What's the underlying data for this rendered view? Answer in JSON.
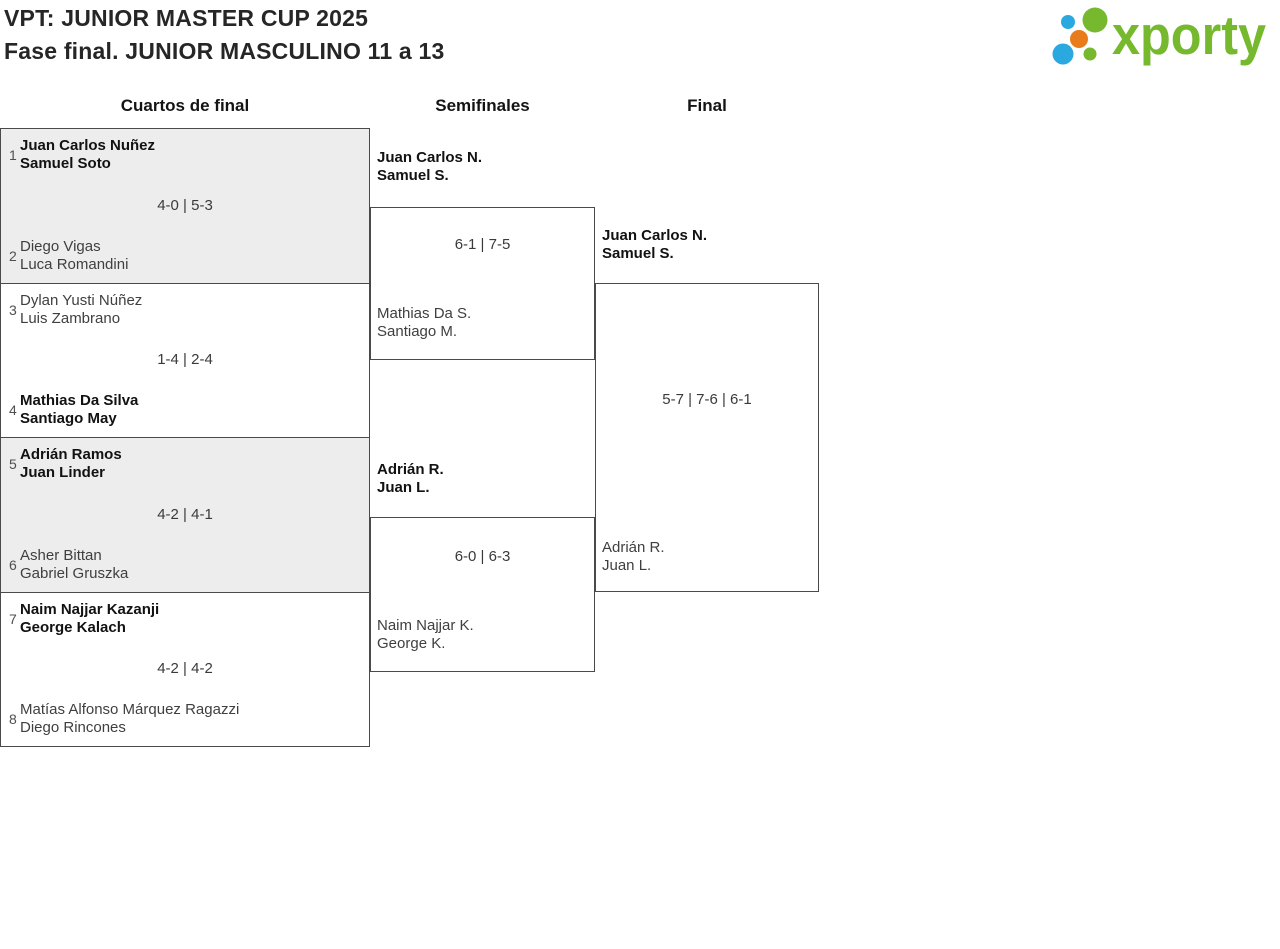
{
  "header": {
    "title_line1": "VPT: JUNIOR MASTER CUP 2025",
    "title_line2": "Fase final. JUNIOR MASCULINO 11 a 13"
  },
  "logo": {
    "wordmark": "xporty",
    "green": "#76b82e",
    "blue": "#2aa9e0",
    "orange": "#e87c1a"
  },
  "rounds": {
    "quarterfinals_label": "Cuartos de final",
    "semifinals_label": "Semifinales",
    "final_label": "Final"
  },
  "quarterfinals": [
    {
      "top_seed": "1",
      "top_team": [
        "Juan Carlos Nuñez",
        "Samuel Soto"
      ],
      "score": "4-0 | 5-3",
      "bottom_seed": "2",
      "bottom_team": [
        "Diego Vigas",
        "Luca Romandini"
      ],
      "winner": "top"
    },
    {
      "top_seed": "3",
      "top_team": [
        "Dylan Yusti Núñez",
        "Luis Zambrano"
      ],
      "score": "1-4 | 2-4",
      "bottom_seed": "4",
      "bottom_team": [
        "Mathias Da Silva",
        "Santiago May"
      ],
      "winner": "bottom"
    },
    {
      "top_seed": "5",
      "top_team": [
        "Adrián Ramos",
        "Juan Linder"
      ],
      "score": "4-2 | 4-1",
      "bottom_seed": "6",
      "bottom_team": [
        "Asher Bittan",
        "Gabriel Gruszka"
      ],
      "winner": "top"
    },
    {
      "top_seed": "7",
      "top_team": [
        "Naim Najjar Kazanji",
        "George Kalach"
      ],
      "score": "4-2 | 4-2",
      "bottom_seed": "8",
      "bottom_team": [
        "Matías Alfonso Márquez Ragazzi",
        "Diego Rincones"
      ],
      "winner": "top"
    }
  ],
  "semifinals": [
    {
      "top_team": [
        "Juan Carlos N.",
        "Samuel S."
      ],
      "score": "6-1 | 7-5",
      "bottom_team": [
        "Mathias Da S.",
        "Santiago M."
      ],
      "winner": "top"
    },
    {
      "top_team": [
        "Adrián R.",
        "Juan L."
      ],
      "score": "6-0 | 6-3",
      "bottom_team": [
        "Naim Najjar K.",
        "George K."
      ],
      "winner": "top"
    }
  ],
  "final": {
    "top_team": [
      "Juan Carlos N.",
      "Samuel S."
    ],
    "score": "5-7 | 7-6 | 6-1",
    "bottom_team": [
      "Adrián R.",
      "Juan L."
    ],
    "winner": "top"
  }
}
